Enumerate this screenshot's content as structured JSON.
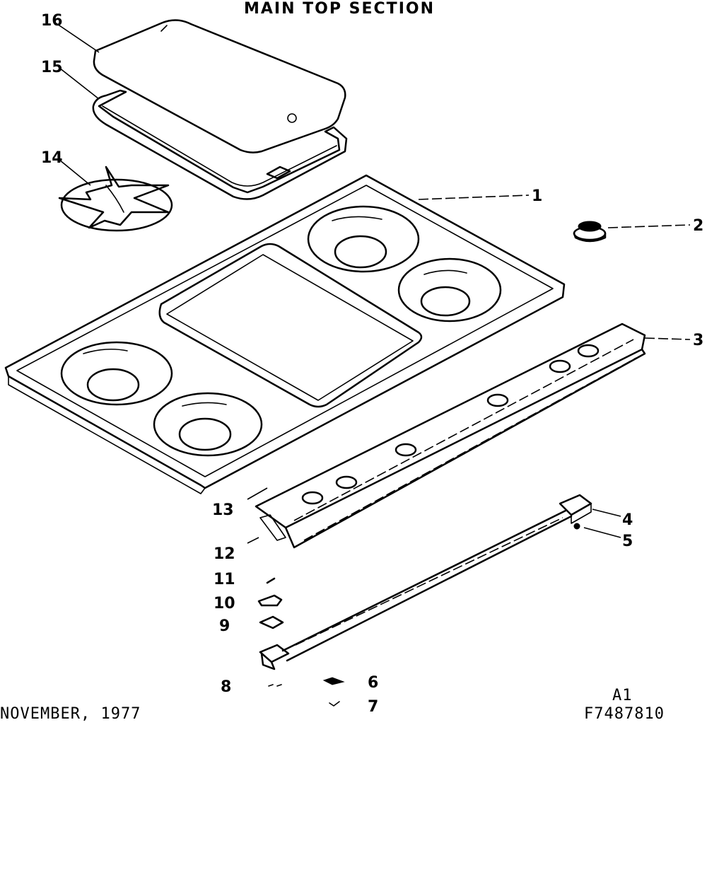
{
  "diagram": {
    "title": "MAIN TOP SECTION",
    "footer": {
      "date": "NOVEMBER, 1977",
      "sheet": "A1",
      "drawing_number": "F7487810"
    },
    "callouts": {
      "c1": "1",
      "c2": "2",
      "c3": "3",
      "c4": "4",
      "c5": "5",
      "c6": "6",
      "c7": "7",
      "c8": "8",
      "c9": "9",
      "c10": "10",
      "c11": "11",
      "c12": "12",
      "c13": "13",
      "c14": "14",
      "c15": "15",
      "c16": "16"
    }
  }
}
